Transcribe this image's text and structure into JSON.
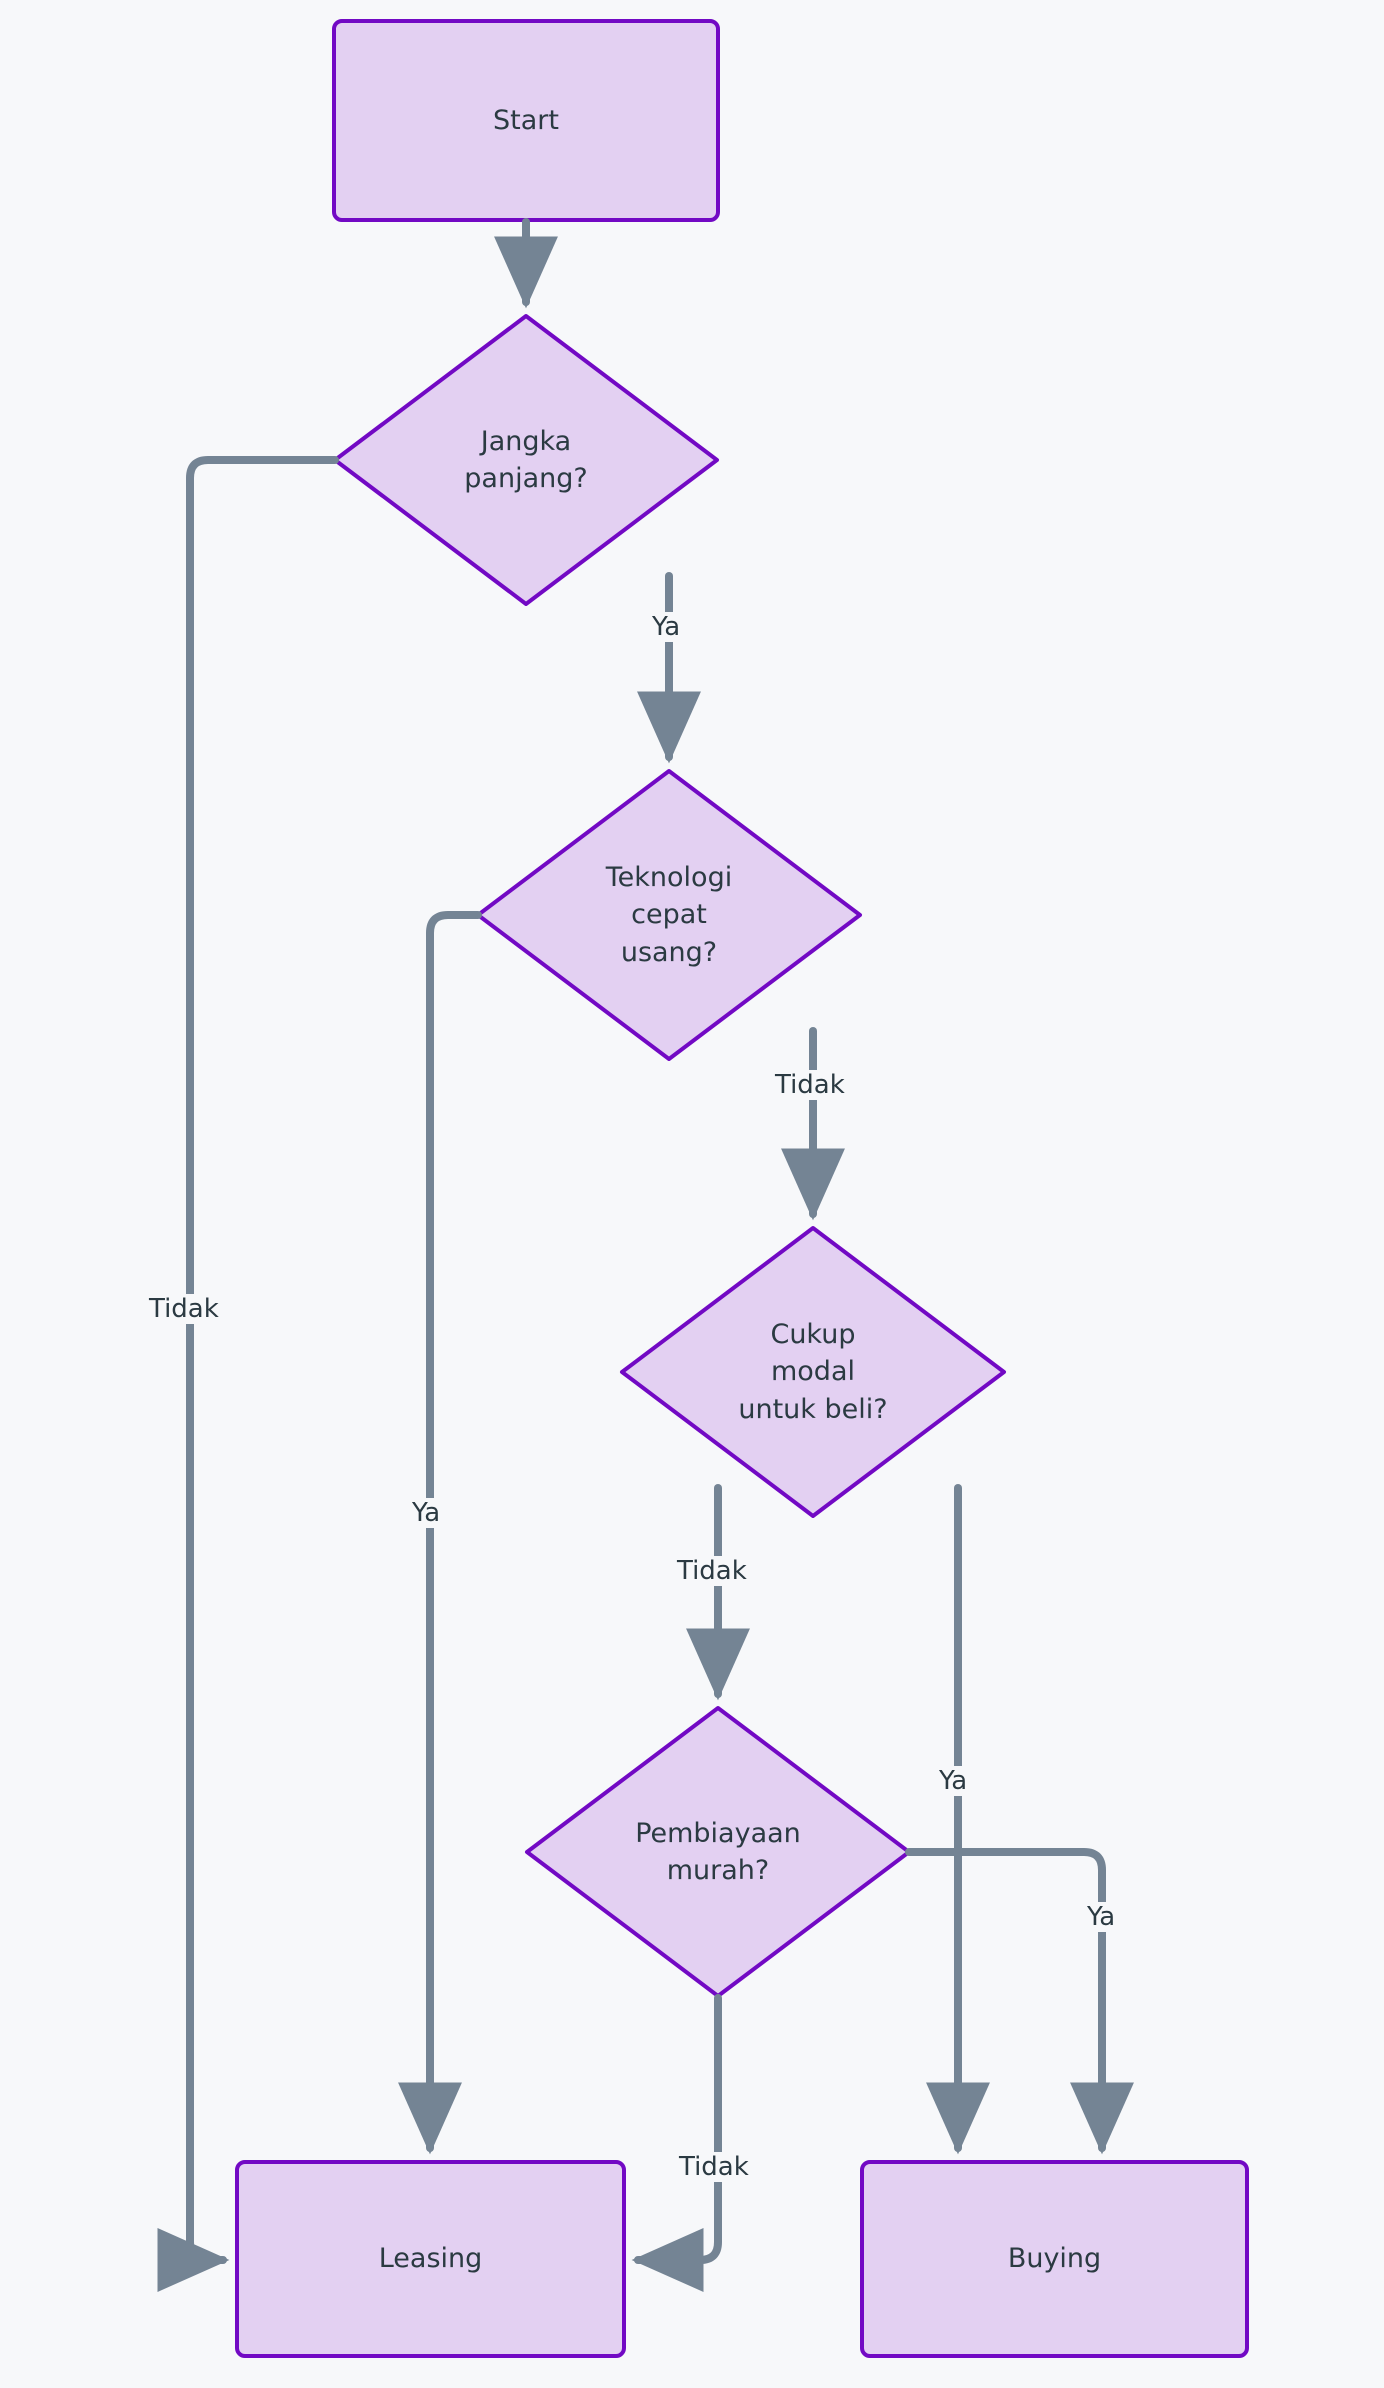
{
  "diagram": {
    "title": "Leasing vs Buying decision flowchart",
    "background_color": "#f7f8fa",
    "node_fill": "#e3d0f2",
    "node_stroke": "#7209c4",
    "edge_color": "#748494",
    "text_color": "#2b3a42",
    "nodes": [
      {
        "id": "start",
        "shape": "rect",
        "label": "Start"
      },
      {
        "id": "jangka",
        "shape": "diamond",
        "label": "Jangka\npanjang?"
      },
      {
        "id": "teknologi",
        "shape": "diamond",
        "label": "Teknologi\ncepat\nusang?"
      },
      {
        "id": "modal",
        "shape": "diamond",
        "label": "Cukup\nmodal\nuntuk beli?"
      },
      {
        "id": "pembiayaan",
        "shape": "diamond",
        "label": "Pembiayaan\nmurah?"
      },
      {
        "id": "leasing",
        "shape": "rect",
        "label": "Leasing"
      },
      {
        "id": "buying",
        "shape": "rect",
        "label": "Buying"
      }
    ],
    "edges": [
      {
        "id": "e1",
        "from": "start",
        "to": "jangka",
        "label": ""
      },
      {
        "id": "e2",
        "from": "jangka",
        "to": "leasing",
        "label": "Tidak"
      },
      {
        "id": "e3",
        "from": "jangka",
        "to": "teknologi",
        "label": "Ya"
      },
      {
        "id": "e4",
        "from": "teknologi",
        "to": "leasing",
        "label": "Ya"
      },
      {
        "id": "e5",
        "from": "teknologi",
        "to": "modal",
        "label": "Tidak"
      },
      {
        "id": "e6",
        "from": "modal",
        "to": "pembiayaan",
        "label": "Tidak"
      },
      {
        "id": "e7",
        "from": "modal",
        "to": "buying",
        "label": "Ya"
      },
      {
        "id": "e8",
        "from": "pembiayaan",
        "to": "buying",
        "label": "Ya"
      },
      {
        "id": "e9",
        "from": "pembiayaan",
        "to": "leasing",
        "label": "Tidak"
      }
    ]
  }
}
